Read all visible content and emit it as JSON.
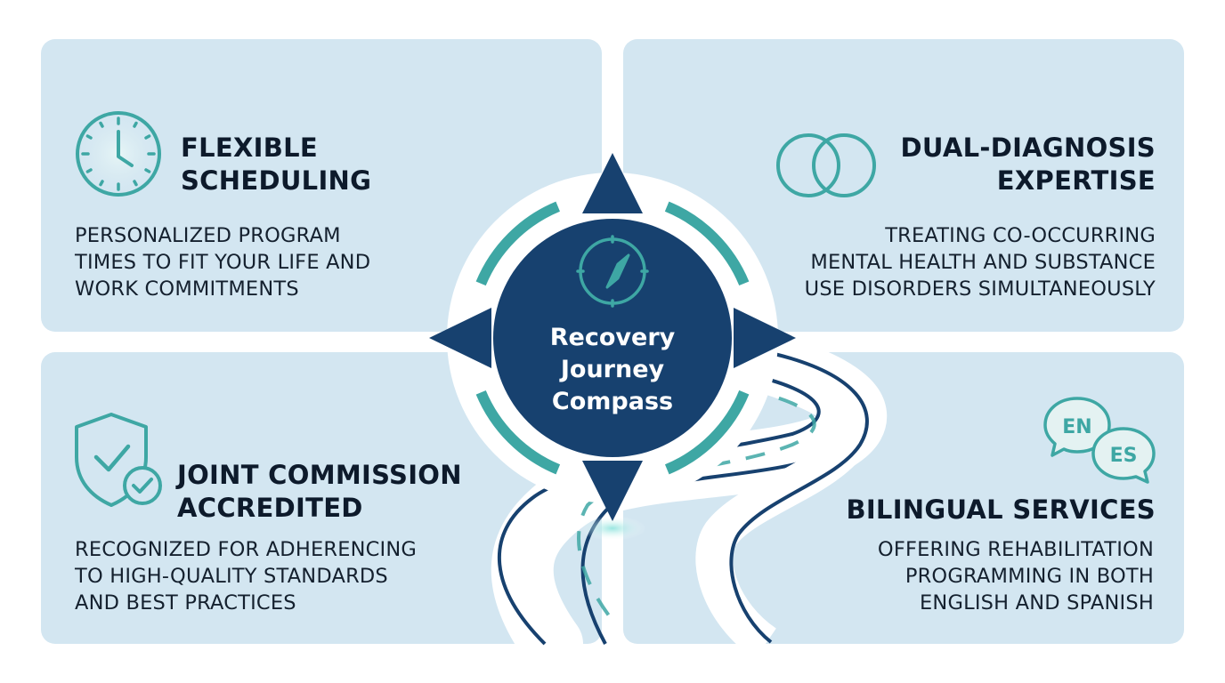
{
  "colors": {
    "panel_bg": "#d3e6f1",
    "navy": "#17416f",
    "teal": "#3ea7a4",
    "text_dark": "#0d1a2b"
  },
  "hub": {
    "label": "Recovery\nJourney\nCompass",
    "icon": "compass-icon"
  },
  "features": {
    "top_left": {
      "icon": "clock-icon",
      "title": "FLEXIBLE\nSCHEDULING",
      "description": "PERSONALIZED PROGRAM\nTIMES TO FIT YOUR LIFE AND\nWORK COMMITMENTS"
    },
    "top_right": {
      "icon": "overlapping-circles-icon",
      "title": "DUAL-DIAGNOSIS\nEXPERTISE",
      "description": "TREATING CO-OCCURRING\nMENTAL HEALTH AND SUBSTANCE\nUSE DISORDERS SIMULTANEOUSLY"
    },
    "bottom_left": {
      "icon": "shield-check-icon",
      "title": "JOINT COMMISSION\nACCREDITED",
      "description": "RECOGNIZED FOR ADHERENCING\nTO HIGH-QUALITY STANDARDS\nAND BEST PRACTICES"
    },
    "bottom_right": {
      "icon": "speech-bubbles-icon",
      "title": "BILINGUAL SERVICES",
      "description": "OFFERING REHABILITATION\nPROGRAMMING IN BOTH\nENGLISH AND SPANISH",
      "bubble_left": "EN",
      "bubble_right": "ES"
    }
  }
}
